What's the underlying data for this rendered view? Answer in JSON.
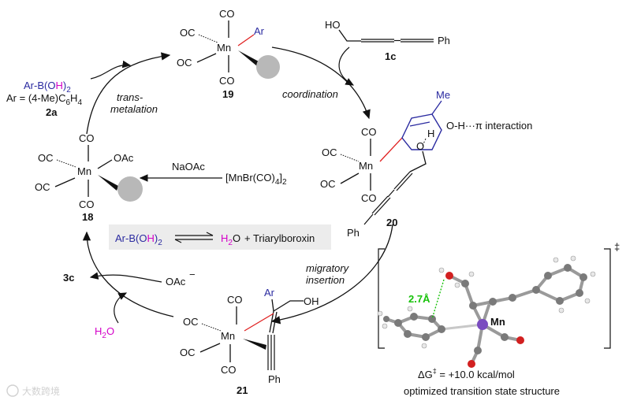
{
  "cycle": {
    "transmetalation": [
      "trans-",
      "metalation"
    ],
    "coordination": "coordination",
    "migratory_insertion": [
      "migratory",
      "insertion"
    ],
    "naoac": "NaOAc",
    "precursor": "[MnBr(CO)4]2",
    "oac": "OAc",
    "oac_minus": "−",
    "product": "3c",
    "water": "H2O"
  },
  "reagent_2a": {
    "formula": "Ar-B(OH)2",
    "ar_def": "Ar = (4-Me)C6H4",
    "label": "2a"
  },
  "substrate_1c": {
    "ho": "HO",
    "ph": "Ph",
    "label": "1c"
  },
  "complex_19": {
    "co": "CO",
    "oc": "OC",
    "mn": "Mn",
    "ar": "Ar",
    "label": "19"
  },
  "complex_18": {
    "co": "CO",
    "oc": "OC",
    "mn": "Mn",
    "oac": "OAc",
    "label": "18"
  },
  "complex_20": {
    "co": "CO",
    "oc": "OC",
    "mn": "Mn",
    "me": "Me",
    "h": "H",
    "o": "O",
    "ph": "Ph",
    "label": "20",
    "interaction": "O-H···π interaction"
  },
  "complex_21": {
    "co": "CO",
    "oc": "OC",
    "mn": "Mn",
    "ar": "Ar",
    "oh": "OH",
    "ph": "Ph",
    "label": "21"
  },
  "equilibrium": {
    "left": "Ar-B(OH)2",
    "right_h2o": "H2O",
    "right_rest": "+ Triarylboroxin"
  },
  "ts": {
    "distance": "2.7Å",
    "mn": "Mn",
    "dagger": "‡",
    "energy": "ΔG‡ = +10.0 kcal/mol",
    "caption": "optimized transition state structure"
  },
  "watermark": "大数跨境"
}
